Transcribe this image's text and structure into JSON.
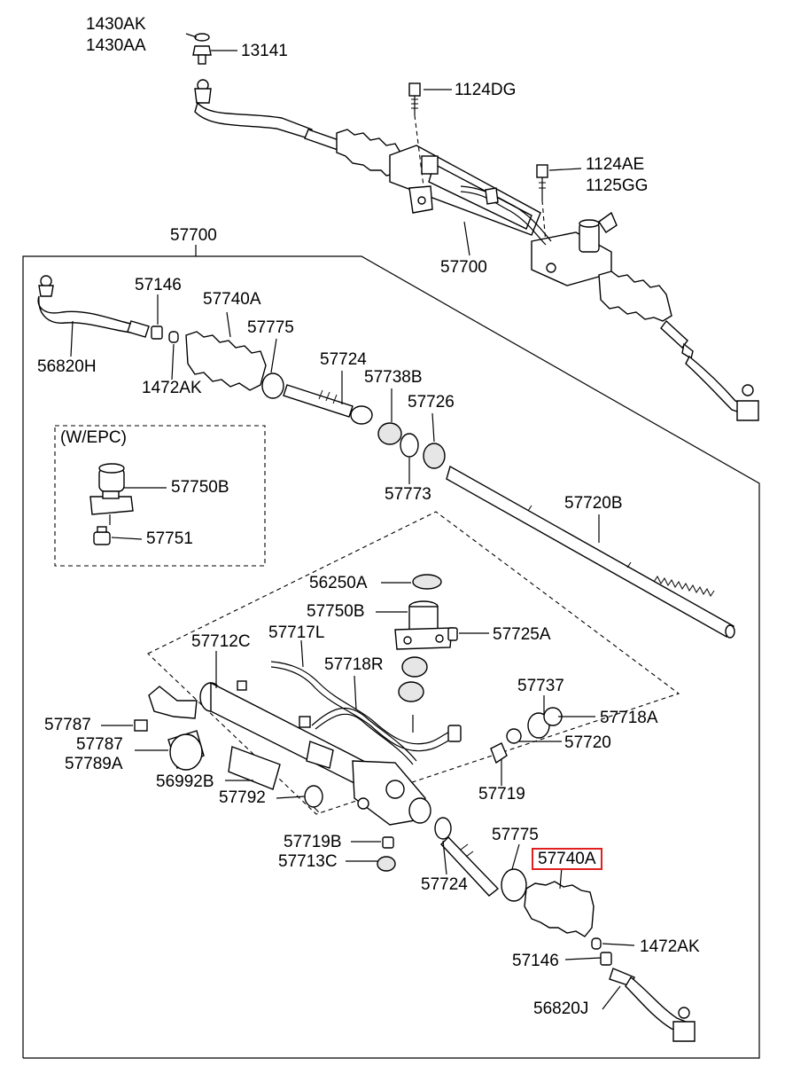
{
  "diagram": {
    "labels": {
      "l1430ak": "1430AK",
      "l1430aa": "1430AA",
      "l13141": "13141",
      "l1124dg": "1124DG",
      "l1124ae": "1124AE",
      "l1125gg": "1125GG",
      "l57700_top": "57700",
      "l57700_asm": "57700",
      "l57146_a": "57146",
      "l57740a_a": "57740A",
      "l57775_a": "57775",
      "l56820h": "56820H",
      "l1472ak_a": "1472AK",
      "l57724_a": "57724",
      "l57738b": "57738B",
      "l57726": "57726",
      "l57773": "57773",
      "l_wepc": "(W/EPC)",
      "l57750b_a": "57750B",
      "l57751": "57751",
      "l57720b": "57720B",
      "l56250a": "56250A",
      "l57750b_b": "57750B",
      "l57725a": "57725A",
      "l57712c": "57712C",
      "l57717l": "57717L",
      "l57718r": "57718R",
      "l57737": "57737",
      "l57718a": "57718A",
      "l57787_a": "57787",
      "l57720": "57720",
      "l57787_b": "57787",
      "l57789a": "57789A",
      "l56992b": "56992B",
      "l57719_a": "57719",
      "l57792": "57792",
      "l57719b": "57719B",
      "l57775_b": "57775",
      "l57740a_b": "57740A",
      "l57713c": "57713C",
      "l57724_b": "57724",
      "l1472ak_b": "1472AK",
      "l57146_b": "57146",
      "l56820j": "56820J"
    },
    "highlight_color": "#e0201e"
  }
}
